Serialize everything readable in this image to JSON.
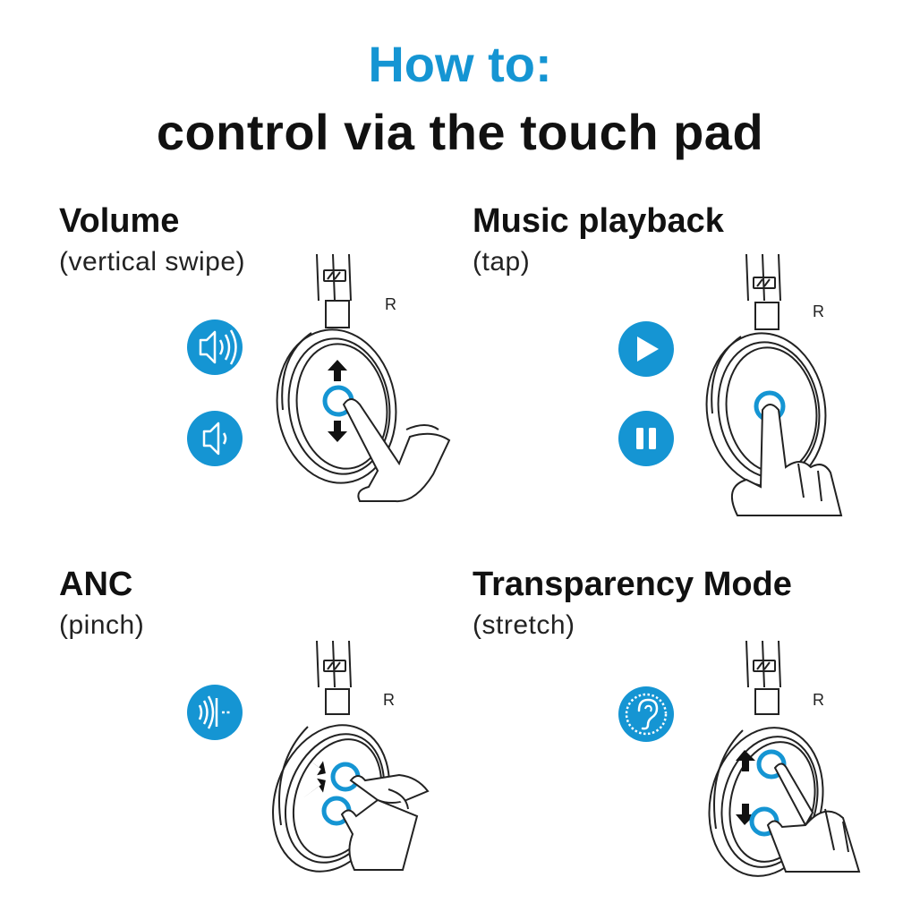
{
  "title": {
    "accent": "How to:",
    "main": "control via the touch pad"
  },
  "colors": {
    "accent": "#1595d3",
    "text": "#111111",
    "line": "#222222"
  },
  "ear_label": "R",
  "panels": [
    {
      "heading": "Volume",
      "gesture": "(vertical swipe)",
      "icons": [
        "volume-up-icon",
        "volume-down-icon"
      ]
    },
    {
      "heading": "Music playback",
      "gesture": "(tap)",
      "icons": [
        "play-icon",
        "pause-icon"
      ]
    },
    {
      "heading": "ANC",
      "gesture": "(pinch)",
      "icons": [
        "anc-icon"
      ]
    },
    {
      "heading": "Transparency Mode",
      "gesture": "(stretch)",
      "icons": [
        "ear-icon"
      ]
    }
  ]
}
